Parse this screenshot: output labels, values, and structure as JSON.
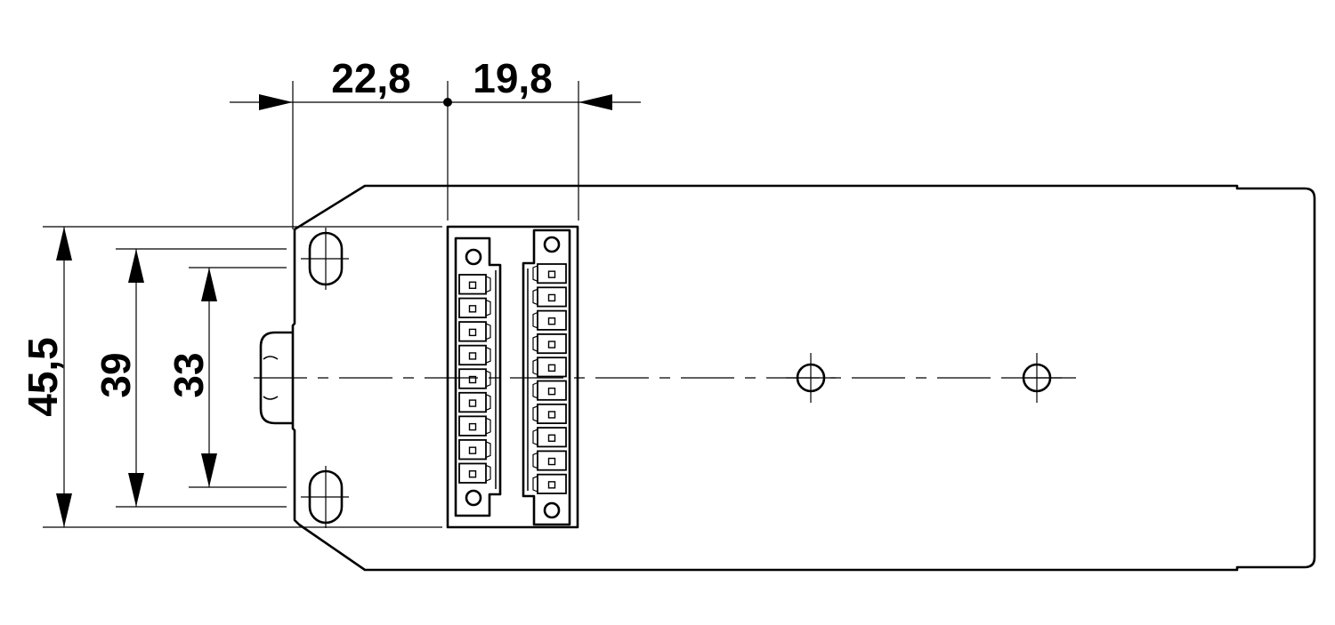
{
  "dimensions": {
    "top_left": "22,8",
    "top_right": "19,8",
    "overall_height": "45,5",
    "inner_height": "39",
    "hole_spacing": "33"
  },
  "connector": {
    "left_block_pins": 9,
    "right_block_pins": 10
  },
  "colors": {
    "line": "#000000",
    "background": "#ffffff"
  }
}
